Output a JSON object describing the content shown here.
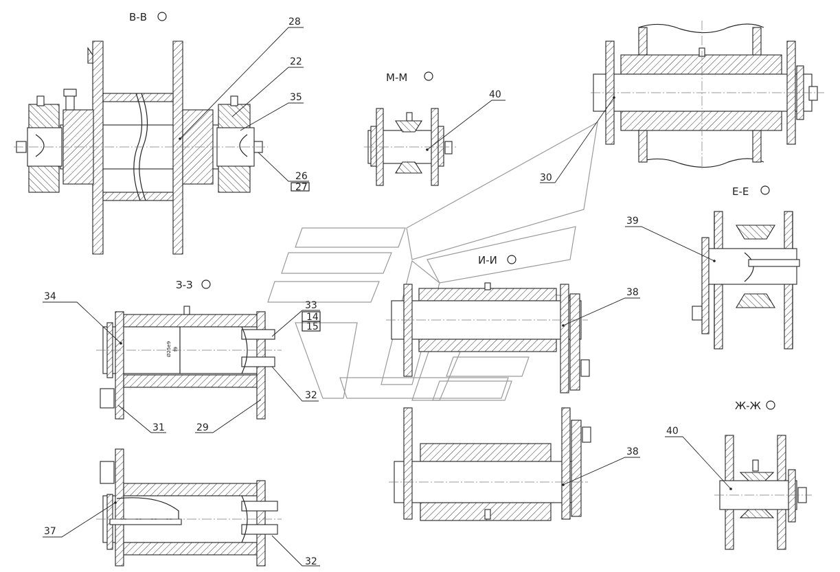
{
  "sections": {
    "bb": "В-В",
    "mm": "М-М",
    "ee": "Е-Е",
    "zz": "З-З",
    "ii": "И-И",
    "zh": "Ж-Ж"
  },
  "callouts": {
    "c28": "28",
    "c22": "22",
    "c35": "35",
    "c26": "26",
    "c27": "27",
    "c40a": "40",
    "c30": "30",
    "c39": "39",
    "c34": "34",
    "c33": "33",
    "c14": "14",
    "c15": "15",
    "c32a": "32",
    "c31": "31",
    "c29": "29",
    "c37": "37",
    "c32b": "32",
    "c38a": "38",
    "c38b": "38",
    "c40b": "40"
  },
  "dims": {
    "diameter": "Ø25е9",
    "tol": "f9"
  }
}
